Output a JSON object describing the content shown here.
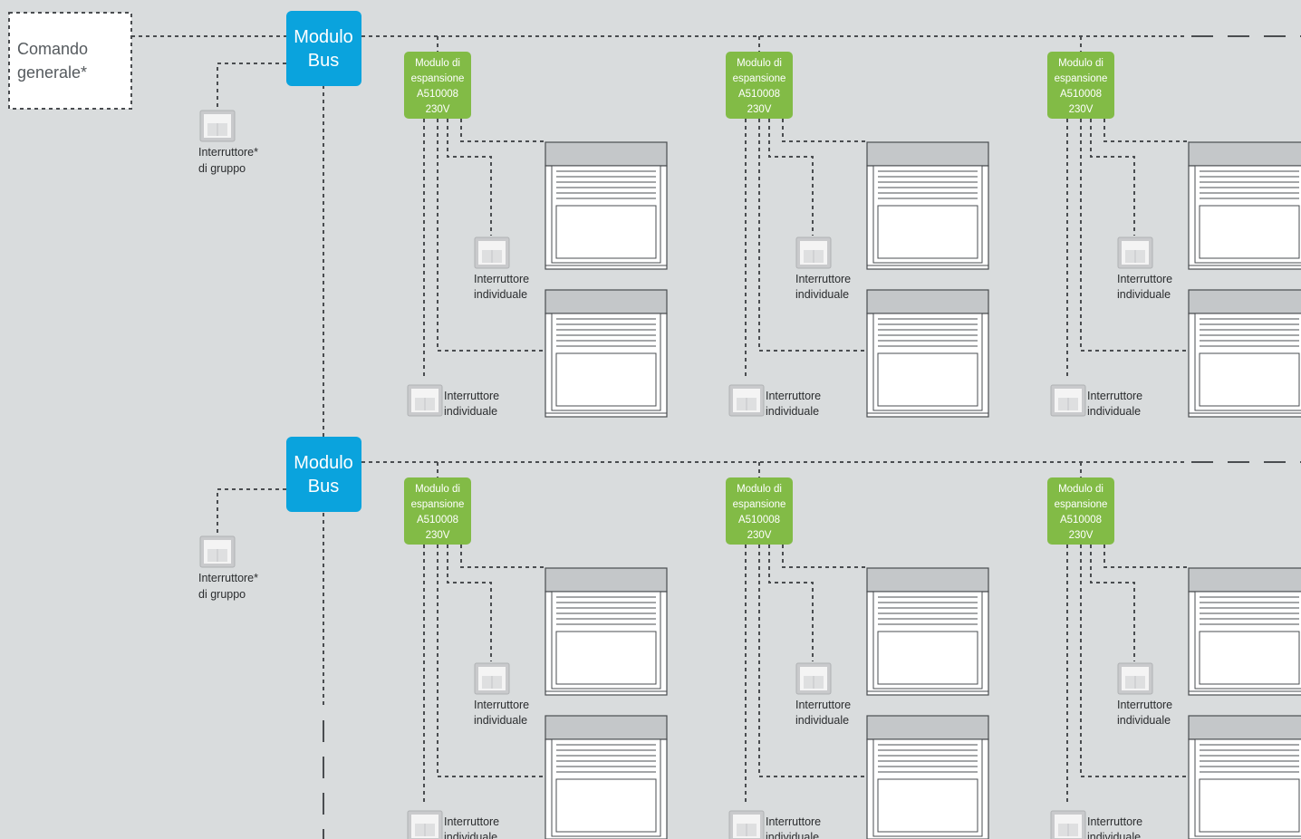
{
  "general_command": {
    "line1": "Comando",
    "line2": "generale*"
  },
  "bus_module": {
    "line1": "Modulo",
    "line2": "Bus",
    "color": "#0aa3dd"
  },
  "expansion_module": {
    "line1": "Modulo di",
    "line2": "espansione",
    "line3": "A510008",
    "line4": "230V",
    "color": "#82bb46"
  },
  "group_switch": {
    "line1": "Interruttore*",
    "line2": "di gruppo"
  },
  "individual_switch": {
    "line1": "Interruttore",
    "line2": "individuale"
  },
  "layout": {
    "rows": 2,
    "columns": 3,
    "shutters_per_module": 2,
    "individual_switches_per_module": 2
  }
}
